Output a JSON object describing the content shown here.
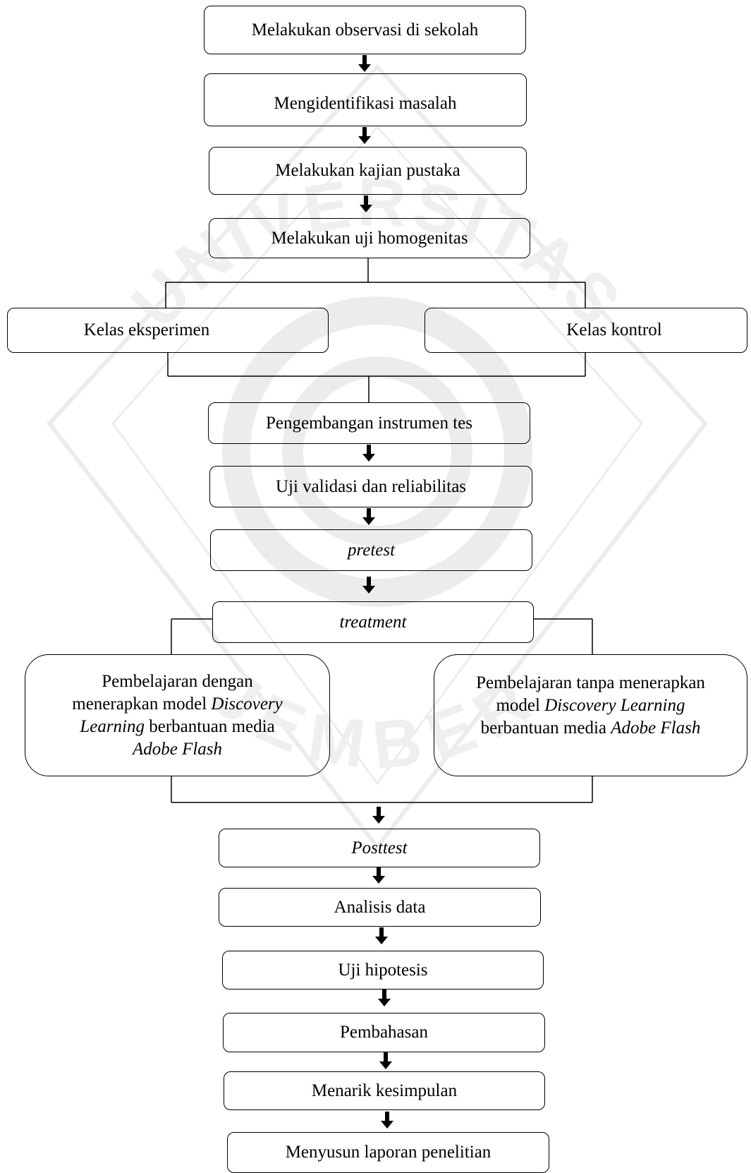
{
  "watermark": {
    "arc_top": "UNIVERSITAS",
    "arc_bottom": "JEMBER",
    "color": "#e8e8e8"
  },
  "steps": {
    "observasi": "Melakukan observasi di sekolah",
    "identifikasi": "Mengidentifikasi masalah",
    "kajian": "Melakukan kajian pustaka",
    "homogenitas": "Melakukan uji homogenitas",
    "eksperimen": "Kelas eksperimen",
    "kontrol": "Kelas kontrol",
    "instrumen": "Pengembangan instrumen tes",
    "validasi": "Uji validasi dan reliabilitas",
    "pretest": "pretest",
    "treatment": "treatment",
    "posttest": "Posttest",
    "analisis": "Analisis data",
    "hipotesis": "Uji hipotesis",
    "pembahasan": "Pembahasan",
    "kesimpulan": "Menarik kesimpulan",
    "laporan": "Menyusun laporan penelitian"
  },
  "branch_left": {
    "l1": "Pembelajaran dengan",
    "l2a": "menerapkan model ",
    "l2b": "Discovery",
    "l3a": "Learning",
    "l3b": " berbantuan media",
    "l4": "Adobe Flash"
  },
  "branch_right": {
    "l1": "Pembelajaran tanpa menerapkan",
    "l2a": "model ",
    "l2b": "Discovery Learning",
    "l3a": "berbantuan media ",
    "l3b": "Adobe Flash"
  }
}
